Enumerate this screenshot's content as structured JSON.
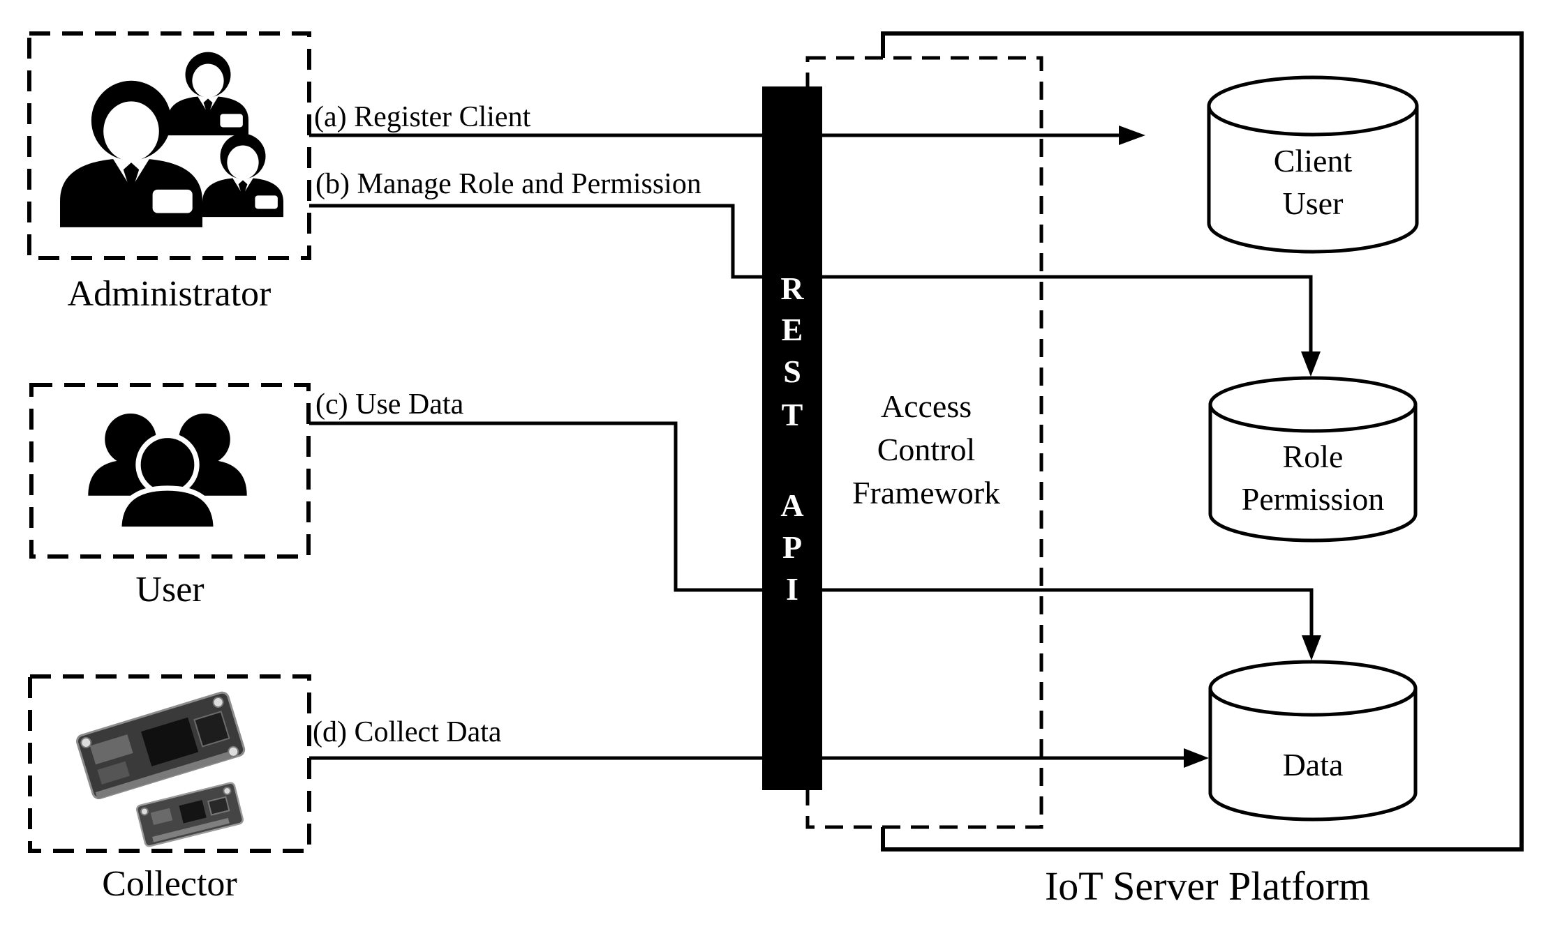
{
  "figure": {
    "background_color": "#ffffff",
    "ink_color": "#000000",
    "type": "architecture-diagram"
  },
  "actors": [
    {
      "id": "administrator",
      "label": "Administrator",
      "icon": "admin-group-icon"
    },
    {
      "id": "user",
      "label": "User",
      "icon": "user-group-icon"
    },
    {
      "id": "collector",
      "label": "Collector",
      "icon": "circuit-boards-image"
    }
  ],
  "flows": [
    {
      "id": "a",
      "label": "(a) Register Client",
      "target": "Client User"
    },
    {
      "id": "b",
      "label": "(b) Manage Role and Permission",
      "target": "Role Permission"
    },
    {
      "id": "c",
      "label": "(c) Use Data",
      "target": "Data"
    },
    {
      "id": "d",
      "label": "(d) Collect Data",
      "target": "Data"
    }
  ],
  "rest_api": {
    "text": "REST API",
    "letters": [
      "R",
      "E",
      "S",
      "T",
      "A",
      "P",
      "I"
    ],
    "bar_color": "#000000",
    "text_color": "#ffffff"
  },
  "framework": {
    "label": "Access\nControl\nFramework"
  },
  "platform": {
    "label": "IoT Server Platform"
  },
  "databases": [
    {
      "id": "client-user",
      "label": "Client\nUser"
    },
    {
      "id": "role-permission",
      "label": "Role\nPermission"
    },
    {
      "id": "data",
      "label": "Data"
    }
  ]
}
